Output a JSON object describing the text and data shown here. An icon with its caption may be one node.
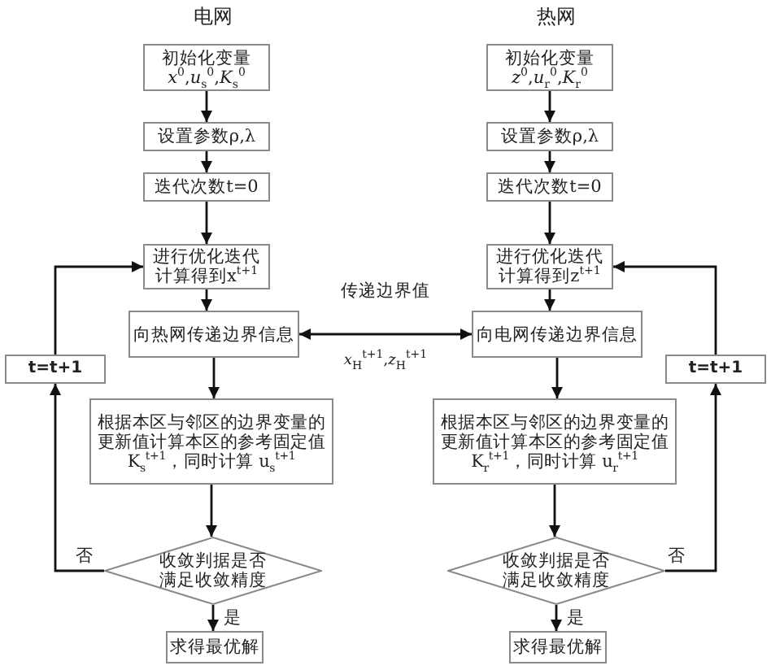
{
  "diagram": {
    "nodes": [
      {
        "text": [
          "初始化变量",
          "*x*$^{0}$,*u*$_{s}$$^{0}$,*K*$_{s}$$^{0}$"
        ]
      },
      {
        "text": [
          "设置参数ρ,λ"
        ]
      },
      {
        "text": [
          "迭代次数t=0"
        ]
      },
      {
        "text": [
          "进行优化迭代计算得到x$^{t+1}$"
        ]
      },
      {
        "text": [
          "向热网传递边界信息"
        ]
      },
      {
        "text": [
          "根据本区与邻区的边界变量的更新值计算本区的参考固定值K$_{s}$$^{t+1}$，同时计算 u$_{s}$$^{t+1}$"
        ]
      },
      {
        "text": [
          "收敛判据是否满足收敛精度"
        ]
      },
      {
        "text": [
          "求得最优解"
        ]
      },
      {
        "text": [
          "t=t+1"
        ]
      },
      {
        "text": [
          "初始化变量",
          "*z*$^{0}$,*u*$_{r}$$^{0}$,*K*$_{r}$$^{0}$"
        ]
      },
      {
        "text": [
          "设置参数ρ,λ"
        ]
      },
      {
        "text": [
          "迭代次数t=0"
        ]
      },
      {
        "text": [
          "进行优化迭代计算得到z$^{t+1}$"
        ]
      },
      {
        "text": [
          "向电网传递边界信息"
        ]
      },
      {
        "text": [
          "根据本区与邻区的边界变量的更新值计算本区的参考固定值K$_{r}$$^{t+1}$，同时计算 u$_{r}$$^{t+1}$"
        ]
      },
      {
        "text": [
          "收敛判据是否满足收敛精度"
        ]
      },
      {
        "text": [
          "求得最优解"
        ]
      },
      {
        "text": [
          "t=t+1"
        ]
      }
    ],
    "edges": [
      {
        "from": 0,
        "to": 1,
        "arrow": "to"
      },
      {
        "from": 1,
        "to": 2,
        "arrow": "to"
      },
      {
        "from": 2,
        "to": 3,
        "arrow": "to"
      },
      {
        "from": 3,
        "to": 4,
        "arrow": "to"
      },
      {
        "from": 4,
        "to": 5,
        "arrow": "to"
      },
      {
        "from": 5,
        "to": 6,
        "arrow": "to"
      },
      {
        "from": 6,
        "to": 7,
        "arrow": "to",
        "label": "是"
      },
      {
        "from": 6,
        "to": 8,
        "arrow": "to",
        "label": "否"
      },
      {
        "from": 8,
        "to": 3,
        "arrow": "to"
      },
      {
        "from": 9,
        "to": 10,
        "arrow": "to"
      },
      {
        "from": 10,
        "to": 11,
        "arrow": "to"
      },
      {
        "from": 11,
        "to": 12,
        "arrow": "to"
      },
      {
        "from": 12,
        "to": 13,
        "arrow": "to"
      },
      {
        "from": 13,
        "to": 14,
        "arrow": "to"
      },
      {
        "from": 14,
        "to": 15,
        "arrow": "to"
      },
      {
        "from": 15,
        "to": 16,
        "arrow": "to",
        "label": "是"
      },
      {
        "from": 15,
        "to": 17,
        "arrow": "to",
        "label": "否"
      },
      {
        "from": 17,
        "to": 12,
        "arrow": "to"
      },
      {
        "from": 4,
        "to": 13,
        "arrow": "both",
        "label": "传递边界值"
      }
    ],
    "labels": [
      "电网",
      "热网",
      "*x*$_{H}$$^{t+1}$,*z*$_{H}$$^{t+1}$"
    ]
  }
}
